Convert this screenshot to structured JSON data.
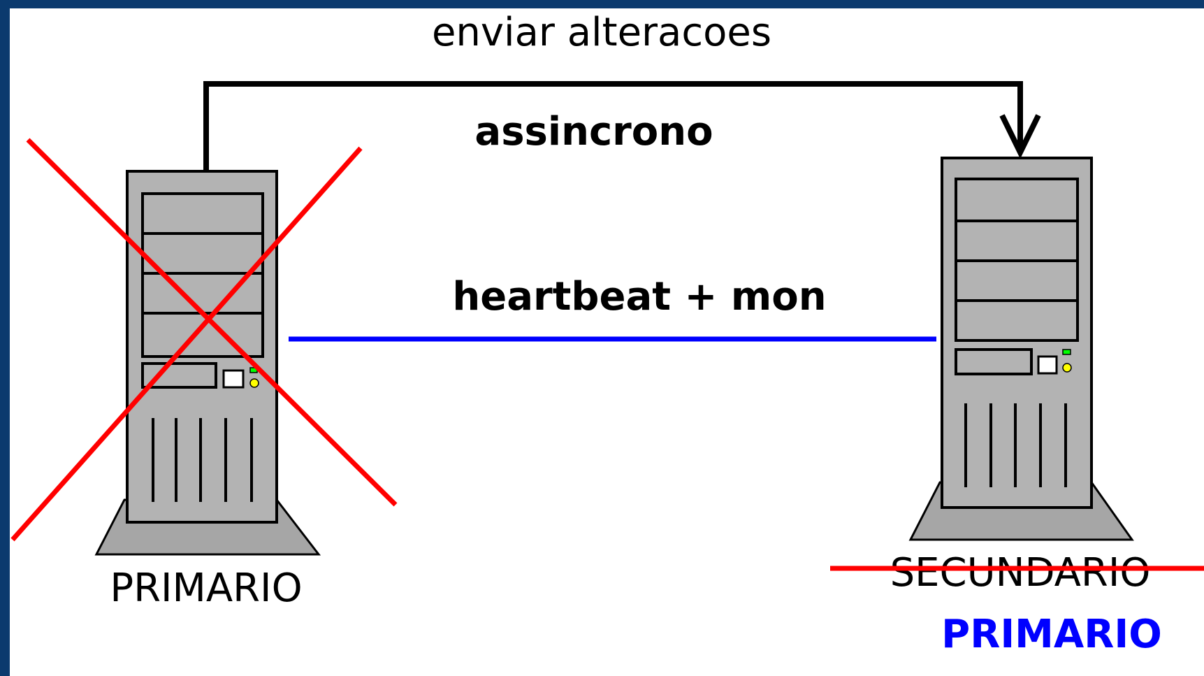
{
  "diagram": {
    "top_label": "enviar alteracoes",
    "mode_label": "assincrono",
    "link_label": "heartbeat + mon",
    "left_server": {
      "label": "PRIMARIO",
      "status": "failed"
    },
    "right_server": {
      "old_label": "SECUNDARIO",
      "new_label": "PRIMARIO",
      "status": "promoted"
    },
    "colors": {
      "frame": "#0b3a6e",
      "background": "#ffffff",
      "server_body": "#b3b3b3",
      "server_outline": "#000000",
      "failure_mark": "#ff0000",
      "heartbeat_line": "#0000ff",
      "new_label_color": "#0000ff"
    }
  }
}
